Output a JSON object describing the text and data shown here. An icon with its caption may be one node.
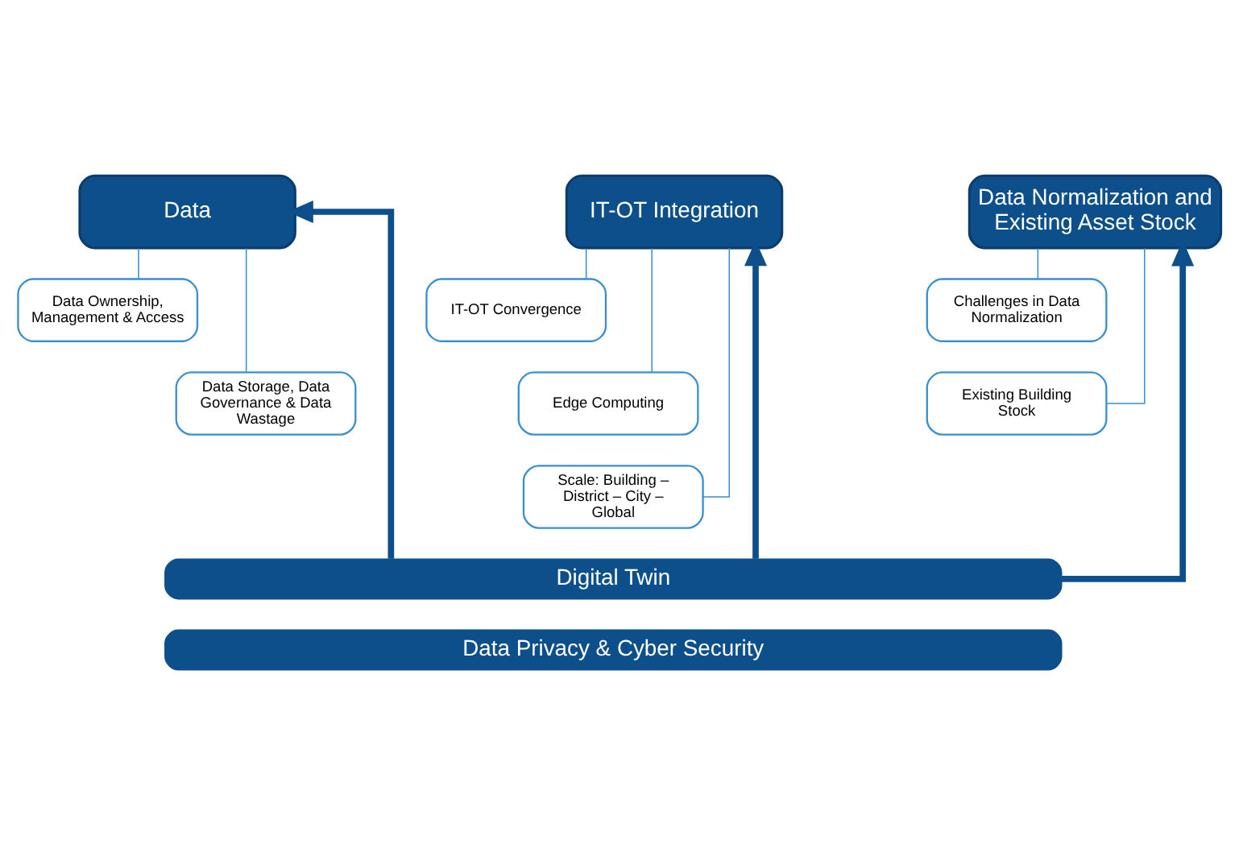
{
  "diagram": {
    "nodes": [
      {
        "text": [
          "Data"
        ]
      },
      {
        "text": [
          "Data Ownership, Management & Access"
        ]
      },
      {
        "text": [
          "Data Storage, Data Governance & Data Wastage"
        ]
      },
      {
        "text": [
          "IT-OT Integration"
        ]
      },
      {
        "text": [
          "IT-OT Convergence"
        ]
      },
      {
        "text": [
          "Edge Computing"
        ]
      },
      {
        "text": [
          "Scale: Building – District – City – Global"
        ]
      },
      {
        "text": [
          "Data Normalization and Existing Asset Stock"
        ]
      },
      {
        "text": [
          "Challenges in Data Normalization"
        ]
      },
      {
        "text": [
          "Existing Building Stock"
        ]
      },
      {
        "text": [
          "Digital Twin"
        ]
      },
      {
        "text": [
          "Data Privacy & Cyber Security"
        ]
      }
    ],
    "edges": [
      {
        "from": 0,
        "to": 1,
        "arrow": "none"
      },
      {
        "from": 0,
        "to": 2,
        "arrow": "none"
      },
      {
        "from": 3,
        "to": 4,
        "arrow": "none"
      },
      {
        "from": 3,
        "to": 5,
        "arrow": "none"
      },
      {
        "from": 3,
        "to": 6,
        "arrow": "none"
      },
      {
        "from": 7,
        "to": 8,
        "arrow": "none"
      },
      {
        "from": 7,
        "to": 9,
        "arrow": "none"
      },
      {
        "from": 10,
        "to": 0,
        "arrow": "to",
        "style": "thick"
      },
      {
        "from": 10,
        "to": 3,
        "arrow": "to",
        "style": "thick"
      },
      {
        "from": 10,
        "to": 7,
        "arrow": "to",
        "style": "thick"
      }
    ]
  }
}
